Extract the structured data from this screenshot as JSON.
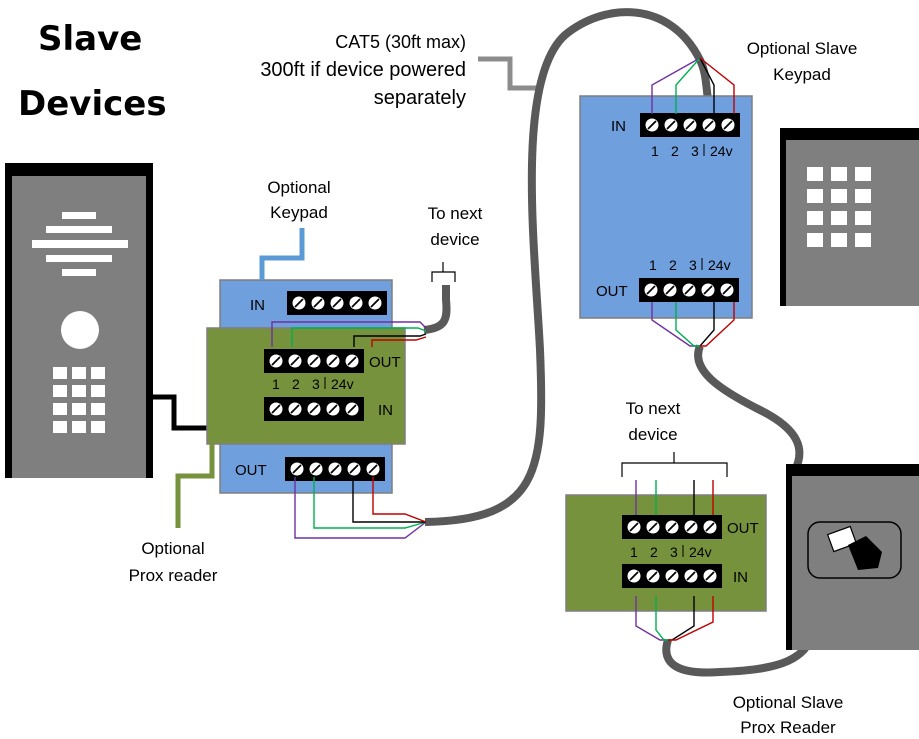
{
  "title": {
    "line1": "Slave",
    "line2": "Devices"
  },
  "cable_note": {
    "line1": "CAT5 (30ft max)",
    "line2": "300ft if device powered",
    "line3": "separately"
  },
  "labels": {
    "optional_keypad": {
      "line1": "Optional",
      "line2": "Keypad"
    },
    "to_next_device_top": {
      "line1": "To next",
      "line2": "device"
    },
    "to_next_device_bottom": {
      "line1": "To next",
      "line2": "device"
    },
    "optional_prox_reader": {
      "line1": "Optional",
      "line2": "Prox reader"
    },
    "optional_slave_keypad": {
      "line1": "Optional Slave",
      "line2": "Keypad"
    },
    "optional_slave_prox_reader": {
      "line1": "Optional Slave",
      "line2": "Prox Reader"
    }
  },
  "ports": {
    "in": "IN",
    "out": "OUT"
  },
  "terminals": {
    "t1": "1",
    "t2": "2",
    "t3": "3",
    "t4": "24v"
  },
  "colors": {
    "blue_board": "#6f9fdd",
    "green_board": "#76923c",
    "device_body": "#585858",
    "device_face": "#7f7f7f",
    "cable": "#595959",
    "wire_purple": "#7030a0",
    "wire_green": "#00b050",
    "wire_black": "#000000",
    "wire_red": "#c00000",
    "keypad_lead": "#5b9bd5",
    "prox_lead": "#76923c"
  }
}
